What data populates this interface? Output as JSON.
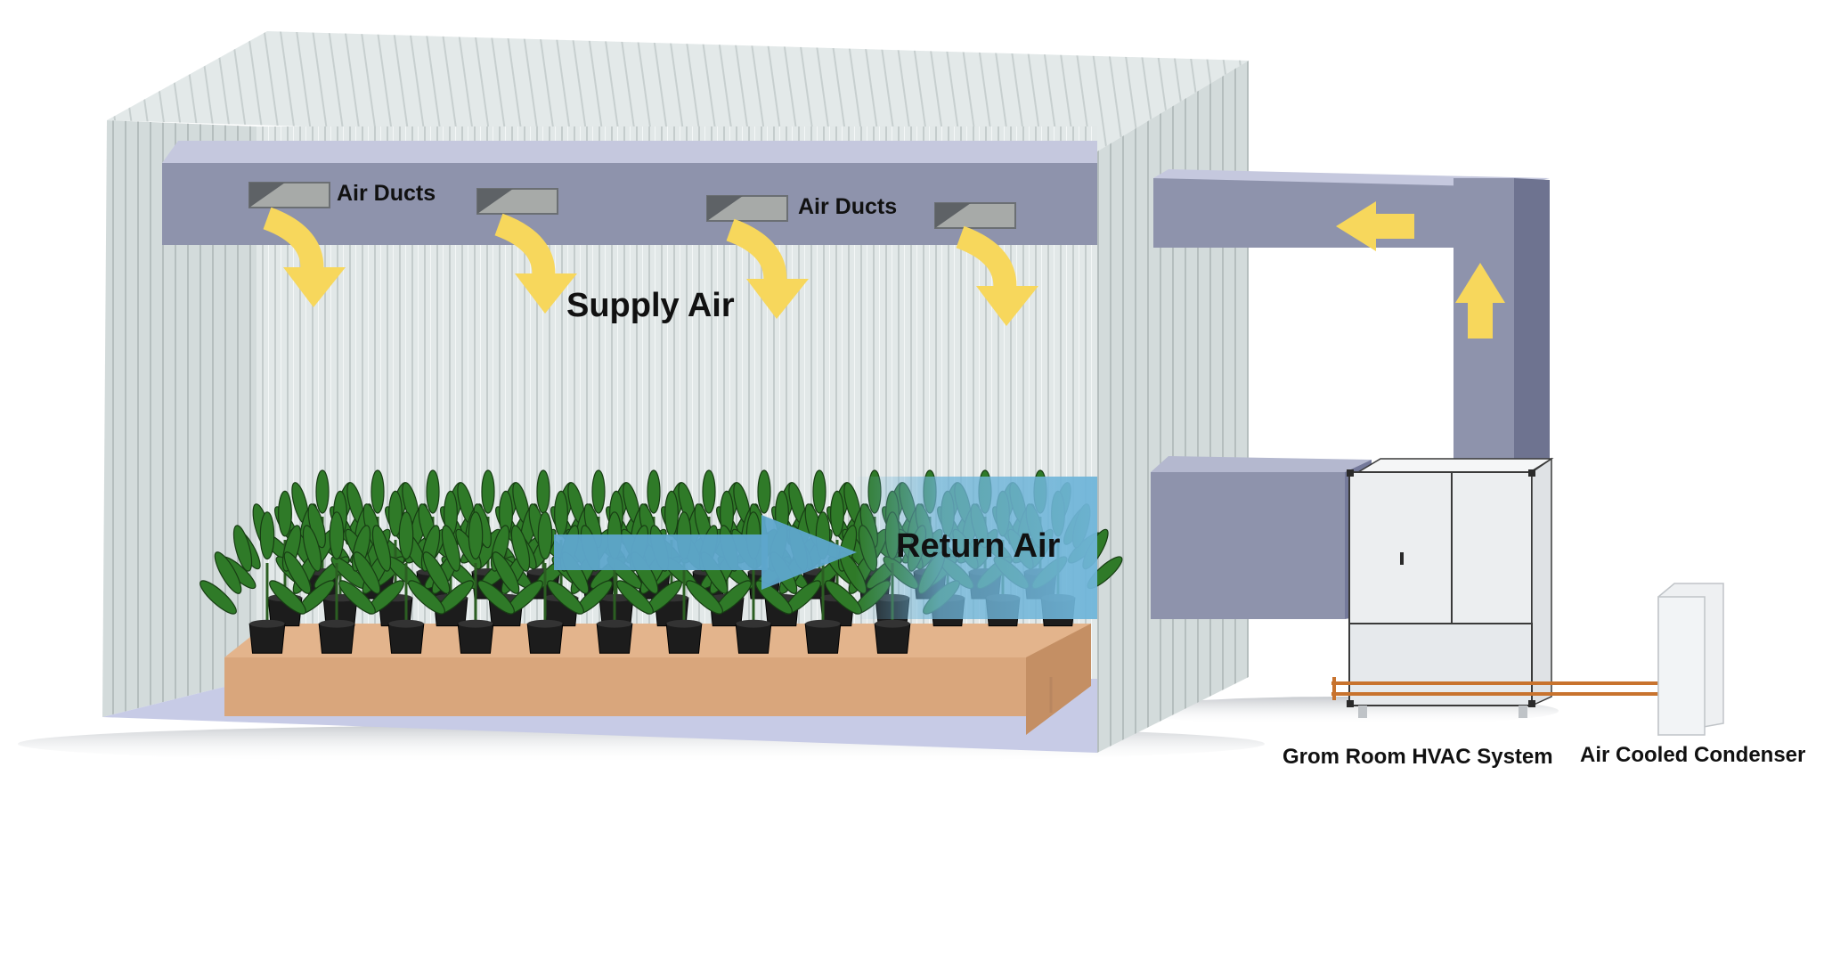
{
  "labels": {
    "air_ducts_1": "Air Ducts",
    "air_ducts_2": "Air Ducts",
    "supply_air": "Supply Air",
    "return_air": "Return Air",
    "hvac_system": "Grom Room HVAC System",
    "condenser": "Air Cooled Condenser"
  },
  "colors": {
    "duct": "#8e93ac",
    "duct_top": "#c5c8de",
    "wall": "#dfe6e6",
    "floor": "#c7cbe6",
    "bench": "#d9a67c",
    "supply_arrow": "#f7d75c",
    "return_arrow": "#5ea6cc",
    "pipe": "#c8732e",
    "cabinet": "#eceef0",
    "leaf": "#2f7a28",
    "pot": "#1c1c1c"
  },
  "icons": {
    "supply_arrows": "curved-arrow-down-icon",
    "return_arrow": "arrow-right-icon",
    "duct_arrows": [
      "arrow-left-icon",
      "arrow-up-icon"
    ]
  }
}
